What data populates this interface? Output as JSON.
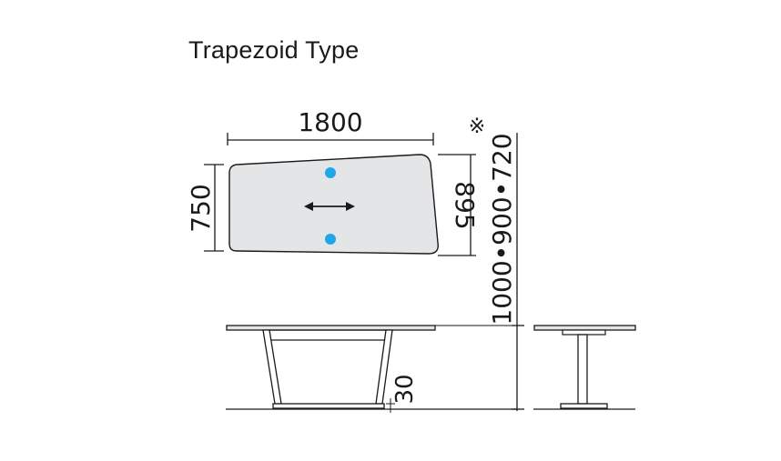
{
  "title": "Trapezoid Type",
  "dimensions": {
    "width": "1800",
    "depth_short": "750",
    "depth_long": "895",
    "height_note": "※",
    "height_options": "1000•900•720",
    "top_thickness": "30"
  },
  "colors": {
    "line": "#1a1a1a",
    "tabletop_fill": "#e3e5e6",
    "dot": "#21a6e8"
  },
  "icons": [
    "double-arrow-icon",
    "reference-mark-icon"
  ]
}
